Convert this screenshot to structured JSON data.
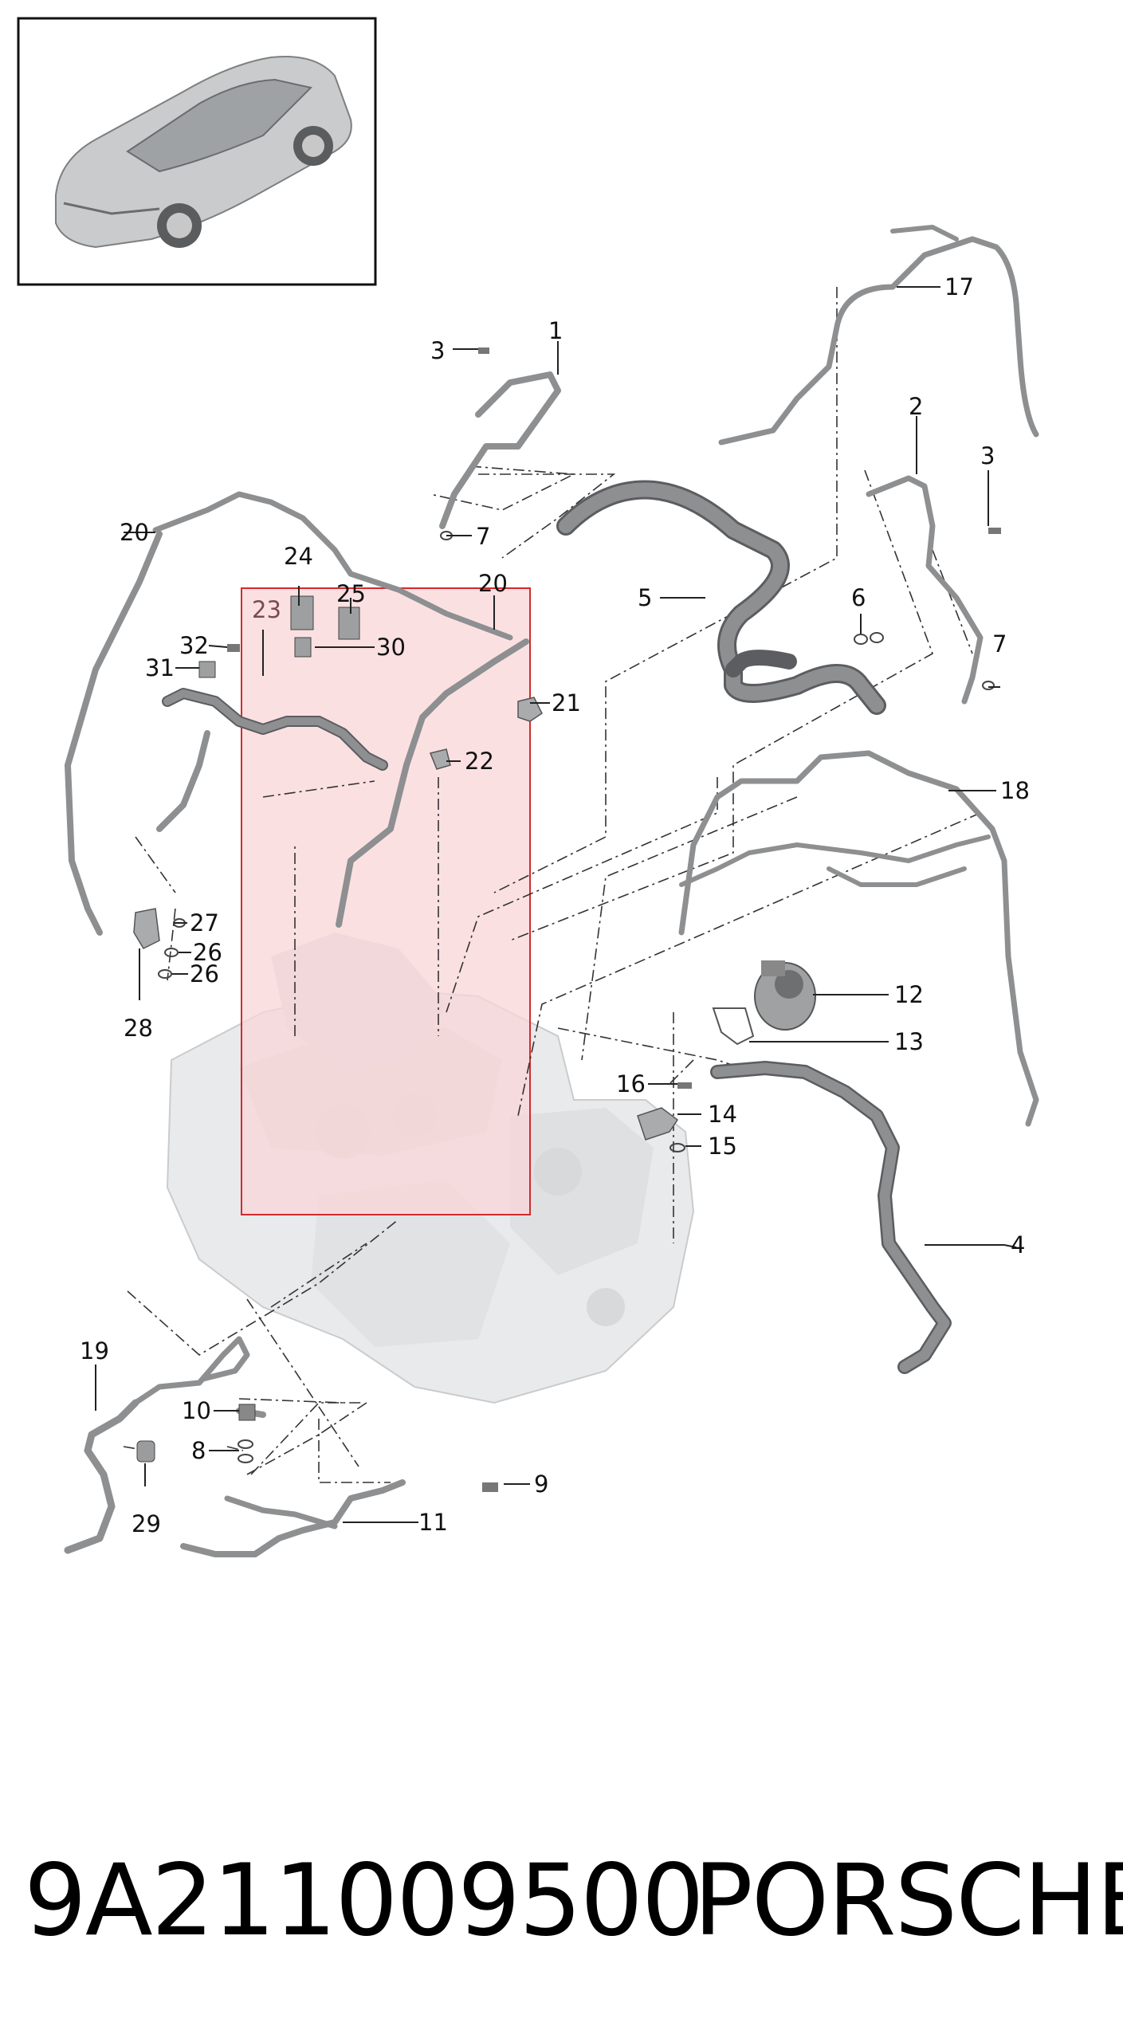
{
  "callouts": [
    {
      "id": "c1",
      "label": "1"
    },
    {
      "id": "c2",
      "label": "2"
    },
    {
      "id": "c3a",
      "label": "3"
    },
    {
      "id": "c3b",
      "label": "3"
    },
    {
      "id": "c4",
      "label": "4"
    },
    {
      "id": "c5",
      "label": "5"
    },
    {
      "id": "c6",
      "label": "6"
    },
    {
      "id": "c7a",
      "label": "7"
    },
    {
      "id": "c7b",
      "label": "7"
    },
    {
      "id": "c8",
      "label": "8"
    },
    {
      "id": "c9",
      "label": "9"
    },
    {
      "id": "c10",
      "label": "10"
    },
    {
      "id": "c11",
      "label": "11"
    },
    {
      "id": "c12",
      "label": "12"
    },
    {
      "id": "c13",
      "label": "13"
    },
    {
      "id": "c14",
      "label": "14"
    },
    {
      "id": "c15",
      "label": "15"
    },
    {
      "id": "c16",
      "label": "16"
    },
    {
      "id": "c17",
      "label": "17"
    },
    {
      "id": "c18",
      "label": "18"
    },
    {
      "id": "c19",
      "label": "19"
    },
    {
      "id": "c20a",
      "label": "20"
    },
    {
      "id": "c20b",
      "label": "20"
    },
    {
      "id": "c21",
      "label": "21"
    },
    {
      "id": "c22",
      "label": "22"
    },
    {
      "id": "c23",
      "label": "23"
    },
    {
      "id": "c24",
      "label": "24"
    },
    {
      "id": "c25",
      "label": "25"
    },
    {
      "id": "c26a",
      "label": "26"
    },
    {
      "id": "c26b",
      "label": "26"
    },
    {
      "id": "c27",
      "label": "27"
    },
    {
      "id": "c28",
      "label": "28"
    },
    {
      "id": "c29",
      "label": "29"
    },
    {
      "id": "c30",
      "label": "30"
    },
    {
      "id": "c31",
      "label": "31"
    },
    {
      "id": "c32",
      "label": "32"
    }
  ],
  "highlight": {
    "fill": "#f9d5d8",
    "stroke": "#d22a2f"
  },
  "footer": {
    "part_number": "9A211009500",
    "brand": "PORSCHE"
  },
  "thumbnail": {
    "icon": "car-icon"
  }
}
